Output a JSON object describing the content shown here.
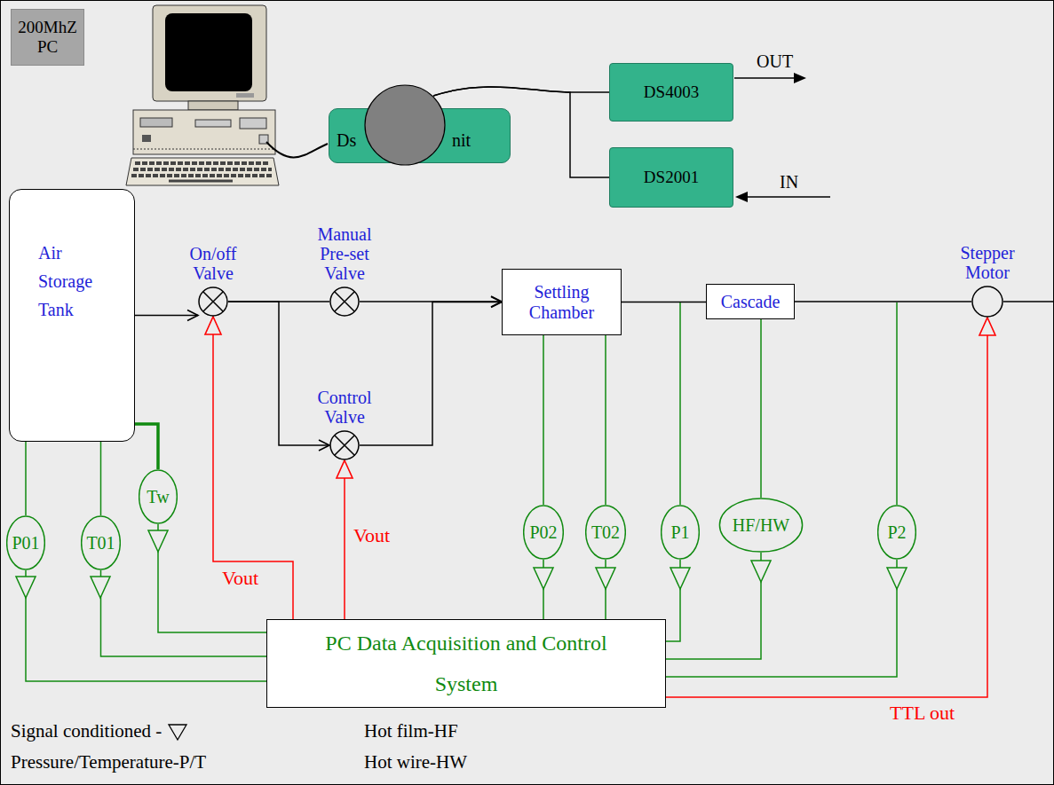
{
  "diagram": {
    "nodes": [
      {
        "text": [
          "200MhZ PC"
        ]
      },
      {
        "text": [
          "Ds",
          "nit"
        ]
      },
      {
        "text": [
          "DS4003"
        ]
      },
      {
        "text": [
          "DS2001"
        ]
      },
      {
        "text": [
          "Air Storage Tank"
        ]
      },
      {
        "text": [
          "On/off Valve"
        ]
      },
      {
        "text": [
          "Manual Pre-set Valve"
        ]
      },
      {
        "text": [
          "Control Valve"
        ]
      },
      {
        "text": [
          "Settling Chamber"
        ]
      },
      {
        "text": [
          "Cascade"
        ]
      },
      {
        "text": [
          "Stepper Motor"
        ]
      },
      {
        "text": [
          "Tw"
        ]
      },
      {
        "text": [
          "P02"
        ]
      },
      {
        "text": [
          "T02"
        ]
      },
      {
        "text": [
          "P1"
        ]
      },
      {
        "text": [
          "HF/HW"
        ]
      },
      {
        "text": [
          "P2"
        ]
      },
      {
        "text": [
          "P01"
        ]
      },
      {
        "text": [
          "T01"
        ]
      },
      {
        "text": [
          "PC Data Acquisition and Control System"
        ]
      }
    ],
    "edges": [
      {
        "from": 1,
        "to": 2,
        "arrow": "none"
      },
      {
        "from": 1,
        "to": 3,
        "arrow": "none"
      },
      {
        "from": 4,
        "to": 5,
        "arrow": "to"
      },
      {
        "from": 5,
        "to": 6,
        "arrow": "none"
      },
      {
        "from": 5,
        "to": 7,
        "arrow": "to"
      },
      {
        "from": 6,
        "to": 8,
        "arrow": "to"
      },
      {
        "from": 7,
        "to": 8,
        "arrow": "to"
      },
      {
        "from": 8,
        "to": 9,
        "arrow": "none"
      },
      {
        "from": 9,
        "to": 10,
        "arrow": "none"
      },
      {
        "from": 4,
        "to": 11,
        "arrow": "none"
      },
      {
        "from": 8,
        "to": 12,
        "arrow": "none"
      },
      {
        "from": 8,
        "to": 13,
        "arrow": "none"
      },
      {
        "from": 9,
        "to": 15,
        "arrow": "none"
      },
      {
        "from": 4,
        "to": 17,
        "arrow": "none"
      },
      {
        "from": 4,
        "to": 18,
        "arrow": "none"
      },
      {
        "from": 17,
        "to": 19,
        "arrow": "none"
      },
      {
        "from": 18,
        "to": 19,
        "arrow": "none"
      },
      {
        "from": 11,
        "to": 19,
        "arrow": "none"
      },
      {
        "from": 12,
        "to": 19,
        "arrow": "none"
      },
      {
        "from": 13,
        "to": 19,
        "arrow": "none"
      },
      {
        "from": 14,
        "to": 19,
        "arrow": "none"
      },
      {
        "from": 15,
        "to": 19,
        "arrow": "none"
      },
      {
        "from": 16,
        "to": 19,
        "arrow": "none"
      },
      {
        "from": 19,
        "to": 5,
        "arrow": "to",
        "label": "Vout"
      },
      {
        "from": 19,
        "to": 7,
        "arrow": "to",
        "label": "Vout"
      },
      {
        "from": 19,
        "to": 10,
        "arrow": "to",
        "label": "TTL out"
      }
    ],
    "labels": [
      "OUT",
      "IN",
      "Pressure/Temperature-P/T",
      "Hot film-HF",
      "Hot wire-HW"
    ],
    "legend": [
      {
        "text": "Signal conditioned -"
      }
    ]
  }
}
